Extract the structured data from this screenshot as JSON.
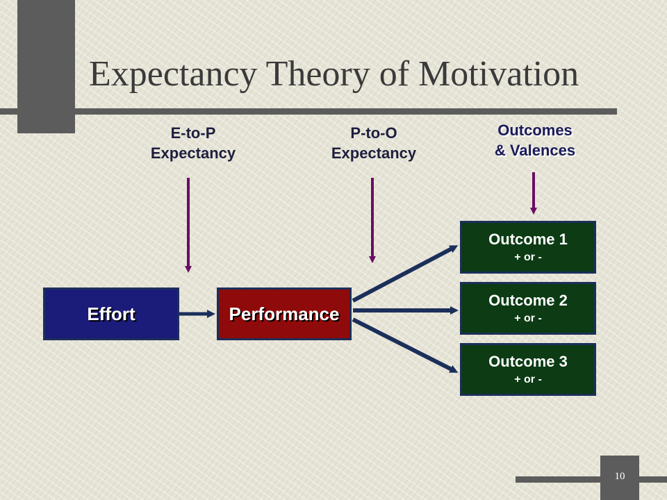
{
  "slide": {
    "title": "Expectancy Theory of Motivation",
    "number": "10"
  },
  "labels": {
    "e_to_p": {
      "line1": "E-to-P",
      "line2": "Expectancy"
    },
    "p_to_o": {
      "line1": "P-to-O",
      "line2": "Expectancy"
    },
    "outcomes_valences": {
      "line1": "Outcomes",
      "line2": "& Valences"
    }
  },
  "boxes": {
    "effort": "Effort",
    "performance": "Performance",
    "outcomes": [
      {
        "name": "Outcome 1",
        "valence": "+ or -"
      },
      {
        "name": "Outcome 2",
        "valence": "+ or -"
      },
      {
        "name": "Outcome 3",
        "valence": "+ or -"
      }
    ]
  },
  "colors": {
    "effort_fill": "#1b1b7a",
    "performance_fill": "#8f0a0a",
    "outcome_fill": "#0c3b14",
    "pointer_arrow": "#6a0d63",
    "flow_arrow": "#1b2f5a"
  }
}
